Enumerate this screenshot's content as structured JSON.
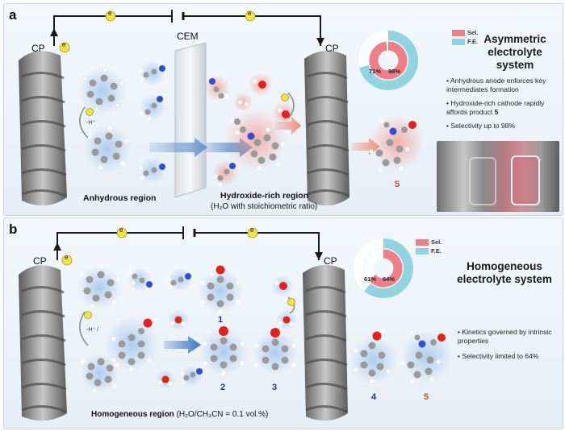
{
  "panel_a": {
    "letter": "a",
    "cp_left": "CP",
    "cp_right": "CP",
    "cem": "CEM",
    "electron": "e",
    "region_left": "Anhydrous region",
    "region_right": "Hydroxide-rich region",
    "region_right_sub": "(H₂O with stoichiometric ratio)",
    "proton": "-H⁺",
    "product_label": "5",
    "title": "Asymmetric electrolyte system",
    "legend": [
      "Sel.",
      "F.E."
    ],
    "donut": {
      "fe_percent": "71%",
      "sel_percent": "98%",
      "fe_value": 71,
      "sel_value": 98
    },
    "bullets": [
      "Anhydrous anode enforces key intermediates formation",
      "Hydroxide-rich cathode rapidly affords product",
      "Selectivity up to 98%"
    ],
    "bullet_bold_suffix": "5"
  },
  "panel_b": {
    "letter": "b",
    "cp_left": "CP",
    "cp_right": "CP",
    "electron": "e",
    "proton": "-H⁺ /",
    "region": "Homogeneous region",
    "region_sub": "(H₂O/CH₃CN = 0.1 vol.%)",
    "labels_blue": [
      "1",
      "2",
      "3",
      "4"
    ],
    "label_red": "5",
    "title": "Homogeneous electrolyte system",
    "legend": [
      "Sel.",
      "F.E."
    ],
    "donut": {
      "fe_percent": "61%",
      "sel_percent": "64%",
      "fe_value": 61,
      "sel_value": 64
    },
    "bullets": [
      "Kinetics governed by intrinsic properties",
      "Selectivity limited to 64%"
    ]
  },
  "colors": {
    "sel": "#ef7f86",
    "fe": "#8fd4df",
    "wire": "#1a1a1a",
    "electron": "#f2e24a",
    "carbon": "#9a9a9a",
    "nitrogen": "#2f4fd0",
    "oxygen": "#e2231a",
    "hydrogen": "#ffffff",
    "glow_blue": "#b9d4f0",
    "glow_red": "#f4b5b0"
  }
}
